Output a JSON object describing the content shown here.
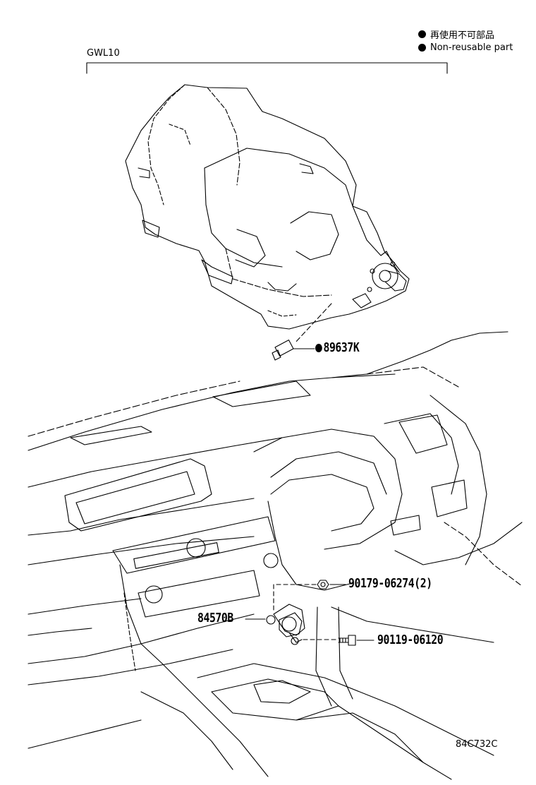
{
  "legend": {
    "items": [
      {
        "icon": "filled-circle-icon",
        "text": "再使用不可部品"
      },
      {
        "icon": "filled-circle-icon",
        "text": "Non-reusable part"
      }
    ]
  },
  "model_label": "GWL10",
  "parts": [
    {
      "number": "89637K",
      "non_reusable": true
    },
    {
      "number": "90179-06274(2)",
      "non_reusable": false
    },
    {
      "number": "84570B",
      "non_reusable": false
    },
    {
      "number": "90119-06120",
      "non_reusable": false
    }
  ],
  "illustration_code": "84C732C"
}
